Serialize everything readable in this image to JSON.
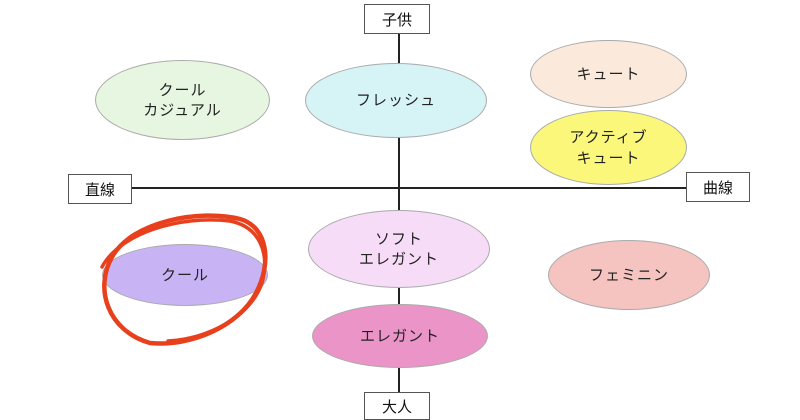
{
  "axes": {
    "top": "子供",
    "bottom": "大人",
    "left": "直線",
    "right": "曲線"
  },
  "nodes": {
    "cool_casual": {
      "label": "クール\nカジュアル",
      "color": "#e6f6e0"
    },
    "fresh": {
      "label": "フレッシュ",
      "color": "#d6f3f6"
    },
    "cute": {
      "label": "キュート",
      "color": "#fbeadc"
    },
    "active_cute": {
      "label": "アクティブ\nキュート",
      "color": "#fbf77a"
    },
    "cool": {
      "label": "クール",
      "color": "#c8b4f4"
    },
    "soft_elegant": {
      "label": "ソフト\nエレガント",
      "color": "#f7dcf7"
    },
    "feminine": {
      "label": "フェミニン",
      "color": "#f5c4c0"
    },
    "elegant": {
      "label": "エレガント",
      "color": "#ea94c8"
    }
  },
  "highlight": {
    "color": "#e8401c"
  }
}
